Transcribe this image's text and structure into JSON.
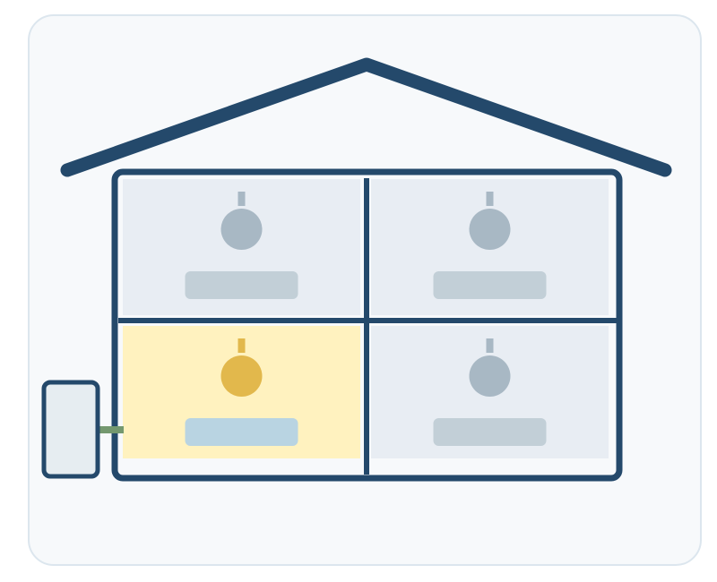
{
  "colors": {
    "page_background": "#ffffff",
    "card_background": "#f7f9fb",
    "card_border": "#dce6ee",
    "structure": "#24496b",
    "room_off": "#e8edf3",
    "room_on": "#fff2bf",
    "bulb_off": "#a8b8c4",
    "bulb_on": "#e2b84c",
    "plate_off": "#c2cfd7",
    "plate_on": "#b9d4e2",
    "hub_fill": "#e6edf1",
    "link": "#74986f"
  },
  "rooms": [
    {
      "id": "top-left",
      "lit": false
    },
    {
      "id": "top-right",
      "lit": false
    },
    {
      "id": "bottom-left",
      "lit": true
    },
    {
      "id": "bottom-right",
      "lit": false
    }
  ],
  "hub": {
    "connected_room": "bottom-left"
  }
}
